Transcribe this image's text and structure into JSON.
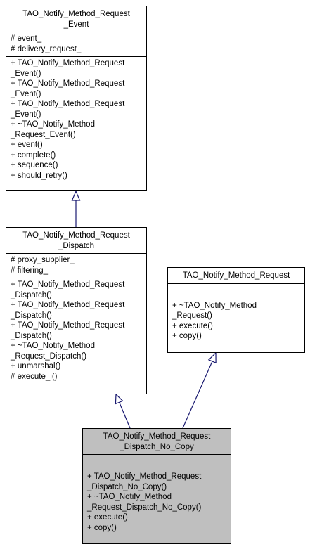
{
  "diagram": {
    "classes": [
      {
        "key": "event",
        "title_lines": [
          "TAO_Notify_Method_Request",
          "_Event"
        ],
        "attributes": [
          "# event_",
          "# delivery_request_"
        ],
        "operations": [
          "+ TAO_Notify_Method_Request",
          "_Event()",
          "+ TAO_Notify_Method_Request",
          "_Event()",
          "+ TAO_Notify_Method_Request",
          "_Event()",
          "+ ~TAO_Notify_Method",
          "_Request_Event()",
          "+ event()",
          "+ complete()",
          "+ sequence()",
          "+ should_retry()"
        ]
      },
      {
        "key": "dispatch",
        "title_lines": [
          "TAO_Notify_Method_Request",
          "_Dispatch"
        ],
        "attributes": [
          "# proxy_supplier_",
          "# filtering_"
        ],
        "operations": [
          "+ TAO_Notify_Method_Request",
          "_Dispatch()",
          "+ TAO_Notify_Method_Request",
          "_Dispatch()",
          "+ TAO_Notify_Method_Request",
          "_Dispatch()",
          "+ ~TAO_Notify_Method",
          "_Request_Dispatch()",
          "+ unmarshal()",
          "# execute_i()"
        ]
      },
      {
        "key": "request",
        "title_lines": [
          "TAO_Notify_Method_Request"
        ],
        "attributes": [],
        "operations": [
          "+ ~TAO_Notify_Method",
          "_Request()",
          "+ execute()",
          "+ copy()"
        ]
      },
      {
        "key": "nocopy",
        "title_lines": [
          "TAO_Notify_Method_Request",
          "_Dispatch_No_Copy"
        ],
        "attributes": [],
        "operations": [
          "+ TAO_Notify_Method_Request",
          "_Dispatch_No_Copy()",
          "+ ~TAO_Notify_Method",
          "_Request_Dispatch_No_Copy()",
          "+ execute()",
          "+ copy()"
        ]
      }
    ],
    "colors": {
      "box_border": "#000000",
      "box_fill": "#ffffff",
      "highlight_fill": "#bfbfbf",
      "edge_color": "#191970"
    }
  }
}
